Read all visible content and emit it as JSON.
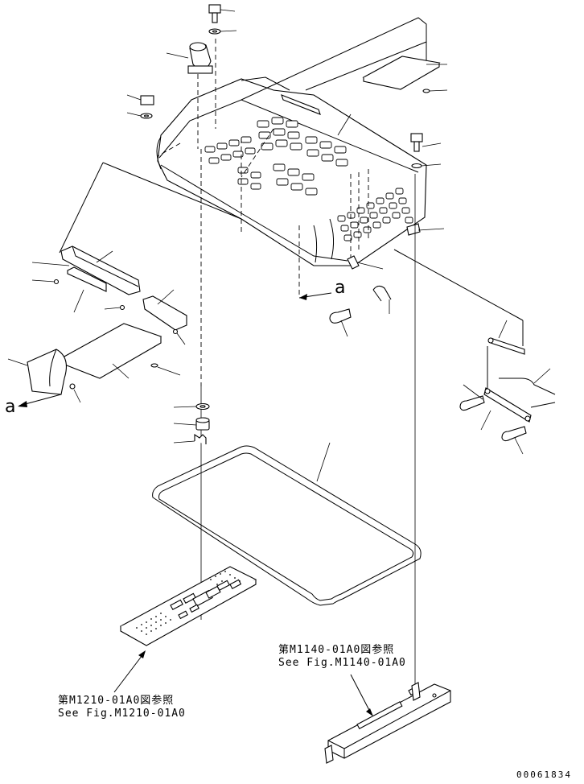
{
  "references": {
    "upper": {
      "line1": "第M1140-01A0図参照",
      "line2": "See Fig.M1140-01A0"
    },
    "lower": {
      "line1": "第M1210-01A0図参照",
      "line2": "See Fig.M1210-01A0"
    }
  },
  "markers": {
    "view_a_top": "a",
    "view_a_left": "a"
  },
  "drawing_code": "00061834"
}
